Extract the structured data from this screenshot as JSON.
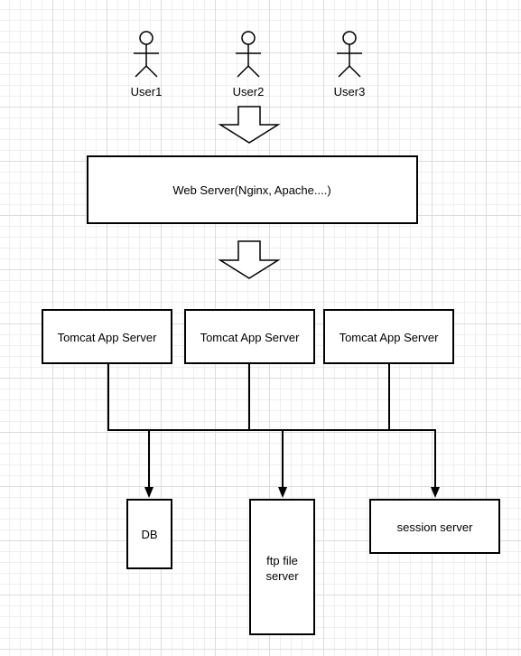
{
  "users": [
    {
      "label": "User1"
    },
    {
      "label": "User2"
    },
    {
      "label": "User3"
    }
  ],
  "web_server": {
    "label": "Web Server(Nginx, Apache....)"
  },
  "app_servers": [
    {
      "label": "Tomcat App Server"
    },
    {
      "label": "Tomcat App Server"
    },
    {
      "label": "Tomcat App Server"
    }
  ],
  "backends": {
    "db": {
      "label": "DB"
    },
    "ftp": {
      "line1": "ftp file",
      "line2": "server"
    },
    "session": {
      "label": "session server"
    }
  }
}
